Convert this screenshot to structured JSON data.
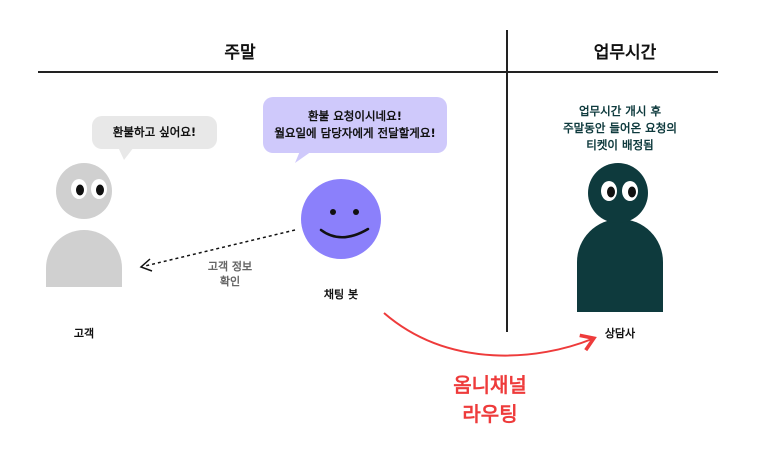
{
  "headers": {
    "weekend": "주말",
    "business_hours": "업무시간"
  },
  "customer": {
    "bubble": "환불하고 싶어요!",
    "label": "고객"
  },
  "chatbot": {
    "bubble_line1": "환불 요청이시네요!",
    "bubble_line2": "월요일에 담당자에게 전달할게요!",
    "label": "채팅 봇",
    "check_line1": "고객 정보",
    "check_line2": "확인"
  },
  "agent": {
    "note_line1": "업무시간 개시 후",
    "note_line2": "주말동안 들어온 요청의",
    "note_line3": "티켓이 배정됨",
    "label": "상담사"
  },
  "routing": {
    "line1": "옴니채널",
    "line2": "라우팅"
  },
  "colors": {
    "customer_gray": "#d0d0d0",
    "bot_purple": "#8b80fb",
    "bot_bubble": "#cfc9fb",
    "agent_teal": "#0e3a3d",
    "routing_red": "#ee3b3b"
  }
}
